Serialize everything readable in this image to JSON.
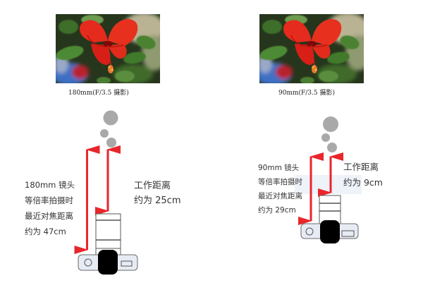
{
  "panels": [
    {
      "id": "180mm",
      "caption": "180mm(F/3.5 摄影)",
      "lens_label": [
        "180mm 镜头",
        "等倍率拍摄时",
        "最近对焦距离",
        "约为 47cm"
      ],
      "working_distance_label": [
        "工作距离",
        "约为 25cm"
      ]
    },
    {
      "id": "90mm",
      "caption": "90mm(F/3.5 摄影)",
      "lens_label": [
        "90mm 镜头",
        "等倍率拍摄时",
        "最近对焦距离",
        "约为 29cm"
      ],
      "working_distance_label": [
        "工作距离",
        "约为 9cm"
      ]
    }
  ],
  "colors": {
    "arrow": "#e8262b",
    "subject_circles": "#a9a9a9",
    "camera_body": "#e7ebf4",
    "camera_outline": "#5a5a5a",
    "lens_front": "#000000",
    "highlight": "#eef2f9"
  },
  "icons": {
    "subject": "subject-circles-icon",
    "camera": "camera-top-view-icon",
    "arrow": "double-headed-arrow-icon"
  }
}
